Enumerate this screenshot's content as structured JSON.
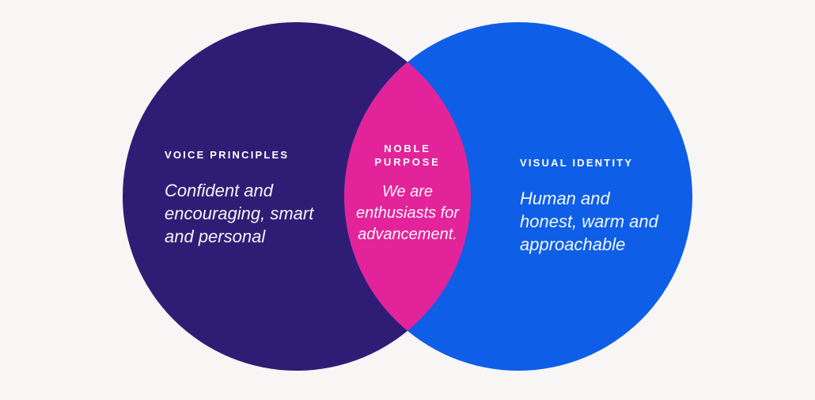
{
  "venn": {
    "background_color": "#F7F6F5",
    "text_color": "#FFFFFF",
    "sets": {
      "left": {
        "label": "VOICE PRINCIPLES",
        "description": "Confident and\nencouraging, smart\nand personal",
        "color": "#2F1D75"
      },
      "right": {
        "label": "VISUAL IDENTITY",
        "description": "Human and\nhonest, warm and\napproachable",
        "color": "#0E5EE8"
      },
      "overlap": {
        "label": "NOBLE\nPURPOSE",
        "description": "We are\nenthusiasts for\nadvancement.",
        "color": "#E3239A"
      }
    }
  }
}
